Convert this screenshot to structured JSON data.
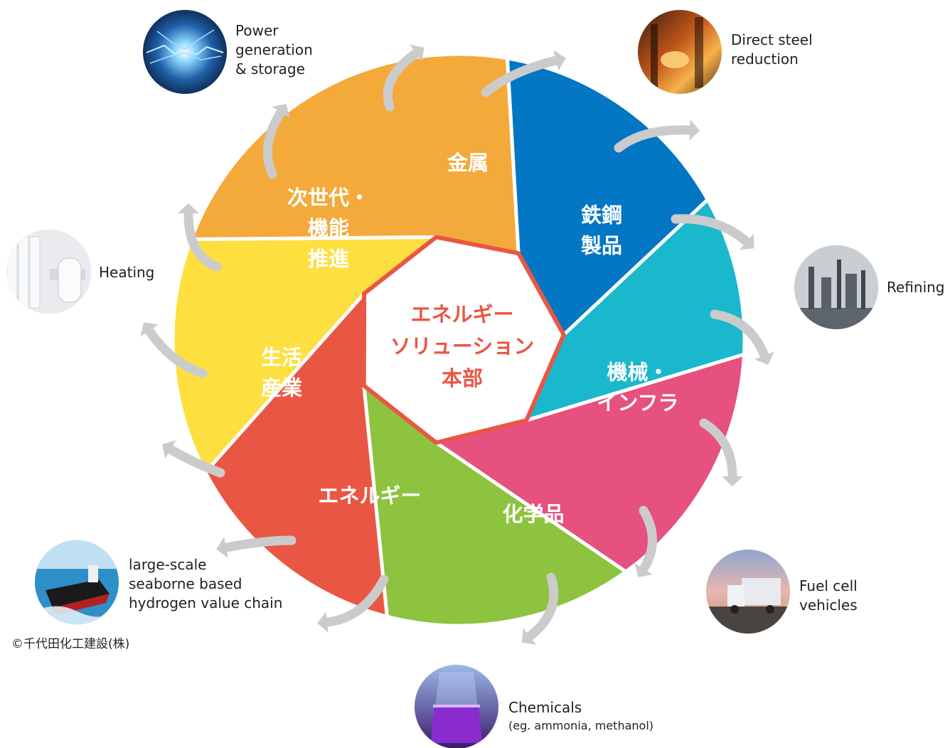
{
  "center": {
    "lines": [
      "エネルギー",
      "ソリューション",
      "本部"
    ],
    "color": "#e95744"
  },
  "segments": [
    {
      "id": "metal",
      "lines": [
        "金属"
      ],
      "color": "#0376c4"
    },
    {
      "id": "steel",
      "lines": [
        "鉄鋼",
        "製品"
      ],
      "color": "#1ab8cd"
    },
    {
      "id": "machinery",
      "lines": [
        "機械・",
        "インフラ"
      ],
      "color": "#e6517f"
    },
    {
      "id": "chemicals",
      "lines": [
        "化学品"
      ],
      "color": "#8dc33e"
    },
    {
      "id": "energy",
      "lines": [
        "エネルギー"
      ],
      "color": "#e95744"
    },
    {
      "id": "life",
      "lines": [
        "生活",
        "産業"
      ],
      "color": "#fddf3f"
    },
    {
      "id": "nextgen",
      "lines": [
        "次世代・",
        "機能",
        "推進"
      ],
      "color": "#f3aa3b"
    }
  ],
  "arrow_color": "#cbcbcb",
  "applications": [
    {
      "id": "power",
      "icon": "lightning-photo",
      "lines": [
        "Power",
        "generation",
        "& storage"
      ]
    },
    {
      "id": "steel-reduction",
      "icon": "steel-furnace-photo",
      "lines": [
        "Direct steel",
        "reduction"
      ]
    },
    {
      "id": "refining",
      "icon": "refinery-photo",
      "lines": [
        "Refining"
      ]
    },
    {
      "id": "fuel-cell",
      "icon": "truck-photo",
      "lines": [
        "Fuel cell",
        "vehicles"
      ]
    },
    {
      "id": "chemicals",
      "icon": "flask-photo",
      "lines": [
        "Chemicals"
      ],
      "sub": "(eg. ammonia, methanol)"
    },
    {
      "id": "hydrogen-chain",
      "icon": "ship-photo",
      "lines": [
        "large-scale",
        "seaborne based",
        "hydrogen value chain"
      ]
    },
    {
      "id": "heating",
      "icon": "radiator-photo",
      "lines": [
        "Heating"
      ]
    }
  ],
  "copyright": "©千代田化工建設(株)"
}
